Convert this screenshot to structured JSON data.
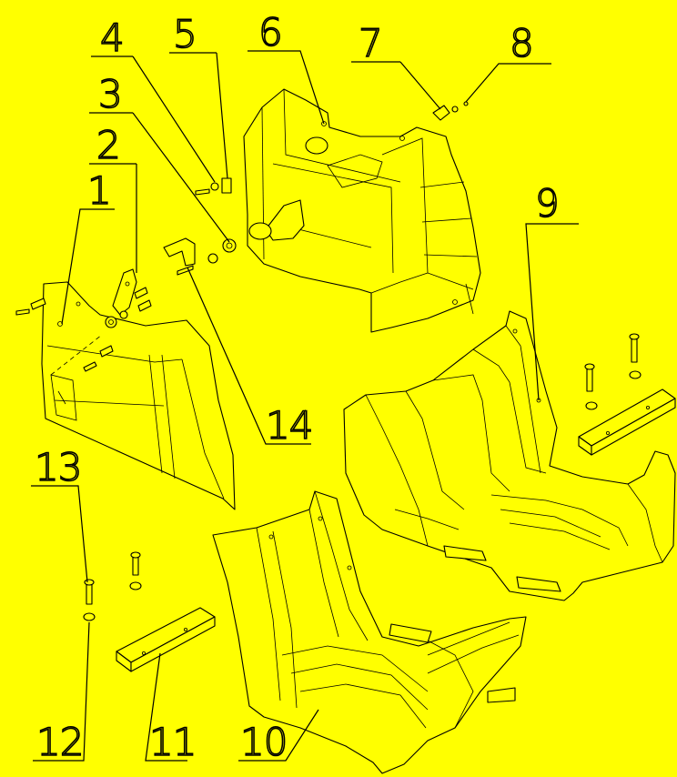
{
  "background_color": "#ffff00",
  "line_color": "#000000",
  "callouts": [
    "1",
    "2",
    "3",
    "4",
    "5",
    "6",
    "7",
    "8",
    "9",
    "10",
    "11",
    "12",
    "13",
    "14"
  ]
}
